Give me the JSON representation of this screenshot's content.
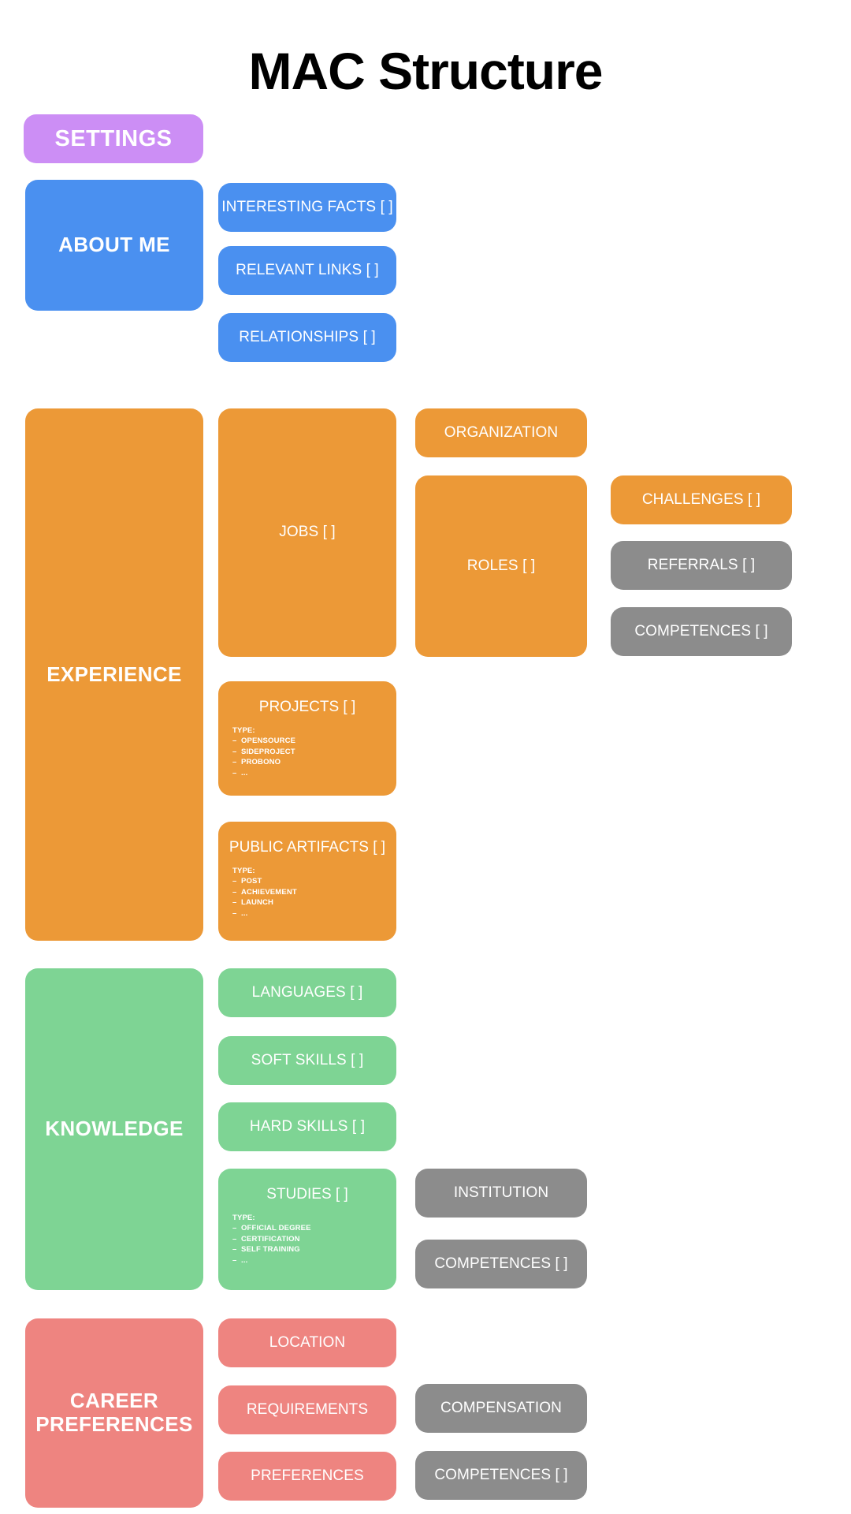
{
  "title": "MAC Structure",
  "colors": {
    "purple": "#CC8EF5",
    "blue": "#4A90F0",
    "orange": "#EC9937",
    "green": "#7ED494",
    "salmon": "#EE8480",
    "gray": "#8C8C8C",
    "text_on_box": "#FFFFFF",
    "title_color": "#000000",
    "background": "#FFFFFF"
  },
  "settings": {
    "label": "SETTINGS"
  },
  "about_me": {
    "label": "ABOUT ME",
    "children": [
      {
        "label": "INTERESTING FACTS [ ]"
      },
      {
        "label": "RELEVANT LINKS [ ]"
      },
      {
        "label": "RELATIONSHIPS [ ]"
      }
    ]
  },
  "experience": {
    "label": "EXPERIENCE",
    "jobs": {
      "label": "JOBS [ ]"
    },
    "organization": {
      "label": "ORGANIZATION"
    },
    "roles": {
      "label": "ROLES [ ]"
    },
    "challenges": {
      "label": "CHALLENGES [ ]"
    },
    "referrals": {
      "label": "REFERRALS [ ]"
    },
    "competences": {
      "label": "COMPETENCES [ ]"
    },
    "projects": {
      "label": "PROJECTS [ ]",
      "type_label": "TYPE:",
      "types": [
        "OPENSOURCE",
        "SIDEPROJECT",
        "PROBONO",
        "..."
      ]
    },
    "public_artifacts": {
      "label": "PUBLIC ARTIFACTS [ ]",
      "type_label": "TYPE:",
      "types": [
        "POST",
        "ACHIEVEMENT",
        "LAUNCH",
        "..."
      ]
    }
  },
  "knowledge": {
    "label": "KNOWLEDGE",
    "languages": {
      "label": "LANGUAGES [ ]"
    },
    "soft_skills": {
      "label": "SOFT SKILLS [ ]"
    },
    "hard_skills": {
      "label": "HARD SKILLS [ ]"
    },
    "studies": {
      "label": "STUDIES [ ]",
      "type_label": "TYPE:",
      "types": [
        "OFFICIAL DEGREE",
        "CERTIFICATION",
        "SELF TRAINING",
        "..."
      ]
    },
    "institution": {
      "label": "INSTITUTION"
    },
    "competences": {
      "label": "COMPETENCES [ ]"
    }
  },
  "career_preferences": {
    "label": "CAREER PREFERENCES",
    "location": {
      "label": "LOCATION"
    },
    "requirements": {
      "label": "REQUIREMENTS"
    },
    "preferences": {
      "label": "PREFERENCES"
    },
    "compensation": {
      "label": "COMPENSATION"
    },
    "competences": {
      "label": "COMPETENCES [ ]"
    }
  }
}
